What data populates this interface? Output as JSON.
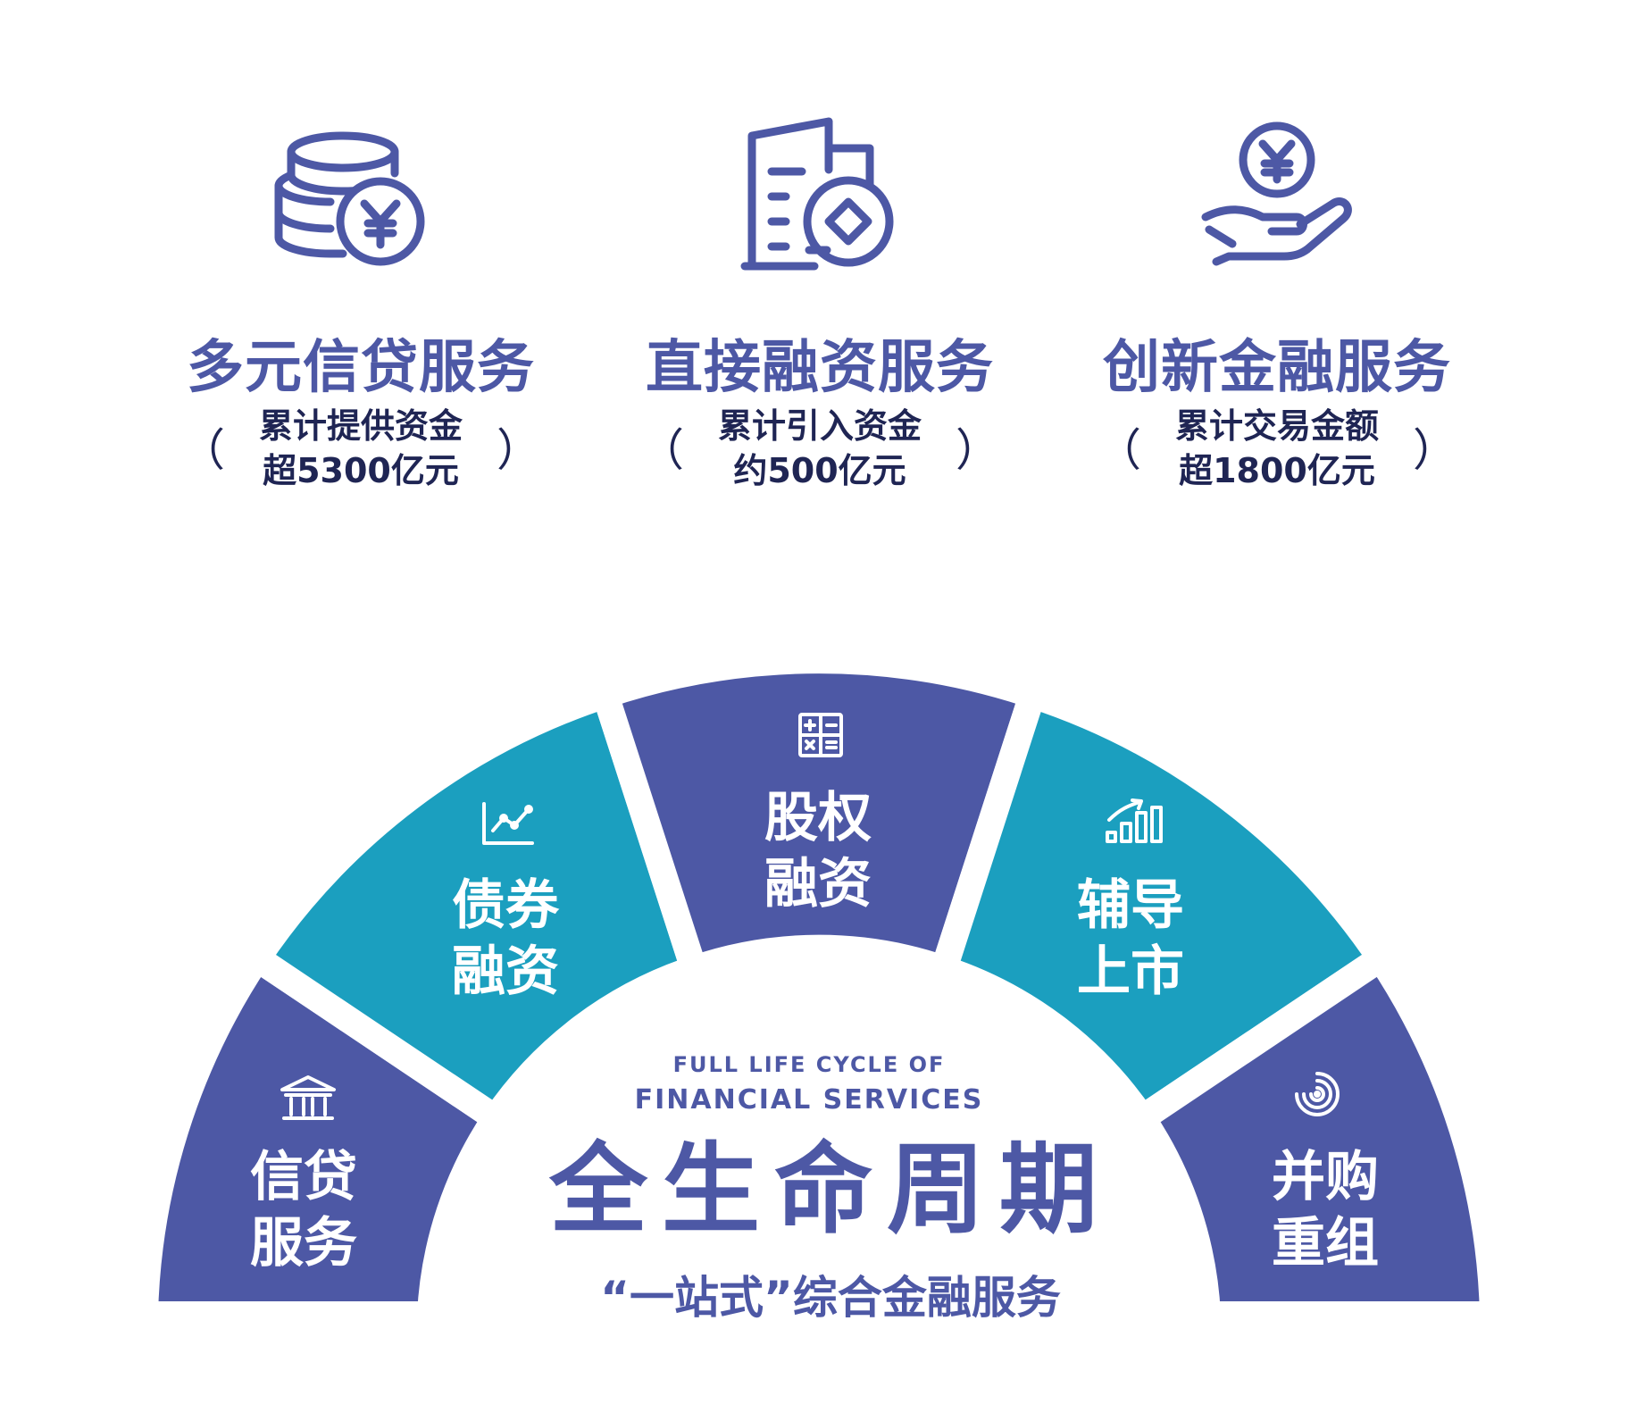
{
  "colors": {
    "primary": "#4d58a5",
    "accent": "#1b9fbf",
    "dark": "#1f2554",
    "white": "#ffffff"
  },
  "services": [
    {
      "icon": "coins-yen-icon",
      "title": "多元信贷服务",
      "note_line1": "累计提供资金",
      "note_line2": "超5300亿元",
      "paren_open": "（",
      "paren_close": "）"
    },
    {
      "icon": "building-coin-icon",
      "title": "直接融资服务",
      "note_line1": "累计引入资金",
      "note_line2": "约500亿元",
      "paren_open": "（",
      "paren_close": "）"
    },
    {
      "icon": "hand-yen-icon",
      "title": "创新金融服务",
      "note_line1": "累计交易金额",
      "note_line2": "超1800亿元",
      "paren_open": "（",
      "paren_close": "）"
    }
  ],
  "segments": [
    {
      "icon": "bank-icon",
      "line1": "信贷",
      "line2": "服务"
    },
    {
      "icon": "line-chart-icon",
      "line1": "债券",
      "line2": "融资"
    },
    {
      "icon": "calculator-icon",
      "line1": "股权",
      "line2": "融资"
    },
    {
      "icon": "growth-bars-icon",
      "line1": "辅导",
      "line2": "上市"
    },
    {
      "icon": "spiral-icon",
      "line1": "并购",
      "line2": "重组"
    }
  ],
  "center": {
    "en_line1": "FULL LIFE CYCLE OF",
    "en_line2": "FINANCIAL SERVICES",
    "title": "全生命周期",
    "subtitle": "“一站式”综合金融服务"
  }
}
